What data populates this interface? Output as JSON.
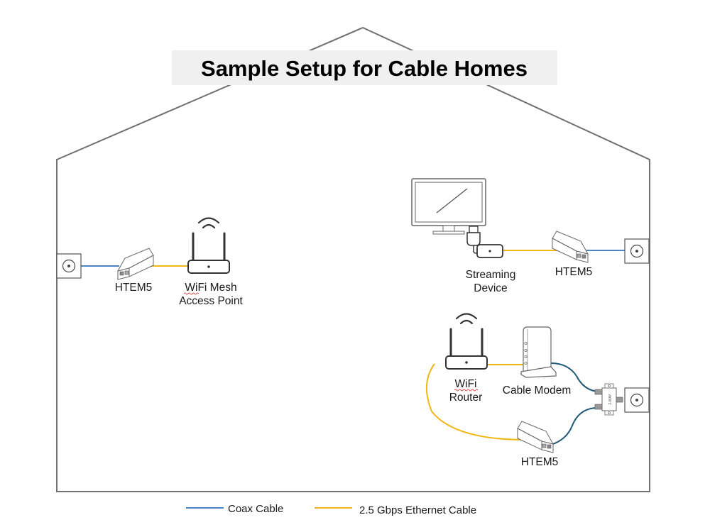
{
  "title": "Sample Setup for Cable Homes",
  "colors": {
    "coax": "#4a86c5",
    "coax_dark": "#1f5a78",
    "ethernet": "#f2b614",
    "house_outline": "#707070",
    "title_background": "#f0f0f0"
  },
  "devices": {
    "left_htem5": {
      "label": "HTEM5",
      "icon": "htem5-adapter-icon"
    },
    "mesh_ap": {
      "label_line1": "WiFi Mesh",
      "label_line2": "Access Point",
      "icon": "wifi-router-icon"
    },
    "tv": {
      "icon": "tv-monitor-icon"
    },
    "streaming": {
      "label_line1": "Streaming",
      "label_line2": "Device",
      "icon": "streaming-device-icon"
    },
    "right_htem5_top": {
      "label": "HTEM5",
      "icon": "htem5-adapter-icon"
    },
    "wifi_router": {
      "label_line1": "WiFi",
      "label_line2": "Router",
      "icon": "wifi-router-icon"
    },
    "cable_modem": {
      "label": "Cable Modem",
      "icon": "cable-modem-icon"
    },
    "splitter": {
      "icon": "coax-splitter-icon"
    },
    "right_htem5_bottom": {
      "label": "HTEM5",
      "icon": "htem5-adapter-icon"
    },
    "wall_outlets": {
      "icon": "coax-wall-outlet-icon"
    }
  },
  "legend": {
    "items": [
      {
        "label": "Coax Cable",
        "color": "#4a86c5"
      },
      {
        "label": "2.5 Gbps Ethernet Cable",
        "color": "#f2b614"
      }
    ]
  }
}
